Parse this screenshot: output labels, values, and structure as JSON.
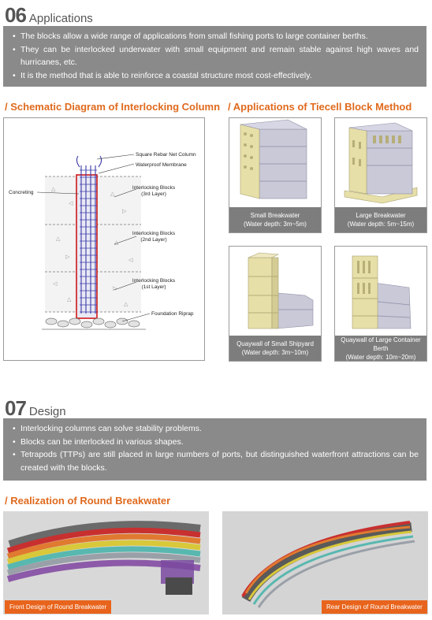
{
  "section06": {
    "number": "06",
    "title": "Applications",
    "bullets": [
      "The blocks allow a wide range of applications from small fishing ports to large container berths.",
      "They can be interlocked underwater with small equipment and remain stable against high waves and hurricanes, etc.",
      "It is the method that is able to reinforce a coastal structure most cost-effectively."
    ]
  },
  "schematic": {
    "heading": "/ Schematic Diagram of Interlocking Column",
    "labels": {
      "rebar": "Square Rebar Net Column",
      "membrane": "Waterproof Membrane",
      "concreting": "Concreting",
      "layer3_a": "Interlocking Blocks",
      "layer3_b": "(3rd Layer)",
      "layer2_a": "Interlocking Blocks",
      "layer2_b": "(2nd Layer)",
      "layer1_a": "Interlocking Blocks",
      "layer1_b": "(1st Layer)",
      "riprap": "Foundation Riprap"
    }
  },
  "applications": {
    "heading": "/ Applications of Tiecell Block Method",
    "cards": [
      {
        "name": "Small Breakwater",
        "depth": "(Water depth: 3m~5m)"
      },
      {
        "name": "Large Breakwater",
        "depth": "(Water depth: 5m~15m)"
      },
      {
        "name": "Quaywall of Small Shipyard",
        "depth": "(Water depth: 3m~10m)"
      },
      {
        "name": "Quaywall of Large Container Berth",
        "depth": "(Water depth: 10m~20m)"
      }
    ]
  },
  "section07": {
    "number": "07",
    "title": "Design",
    "bullets": [
      "Interlocking columns can solve stability problems.",
      "Blocks can be interlocked in various shapes.",
      "Tetrapods (TTPs) are still placed in large numbers of ports, but distinguished waterfront attractions can be created with the blocks."
    ]
  },
  "realization": {
    "heading": "/ Realization of Round Breakwater",
    "front_caption": "Front Design of Round Breakwater",
    "rear_caption": "Rear Design of Round Breakwater"
  },
  "colors": {
    "accent": "#e06a1e",
    "bullet_bg": "#8a8a8a",
    "caption_bg": "#7d7d7d",
    "render_caption": "#e8641c"
  }
}
